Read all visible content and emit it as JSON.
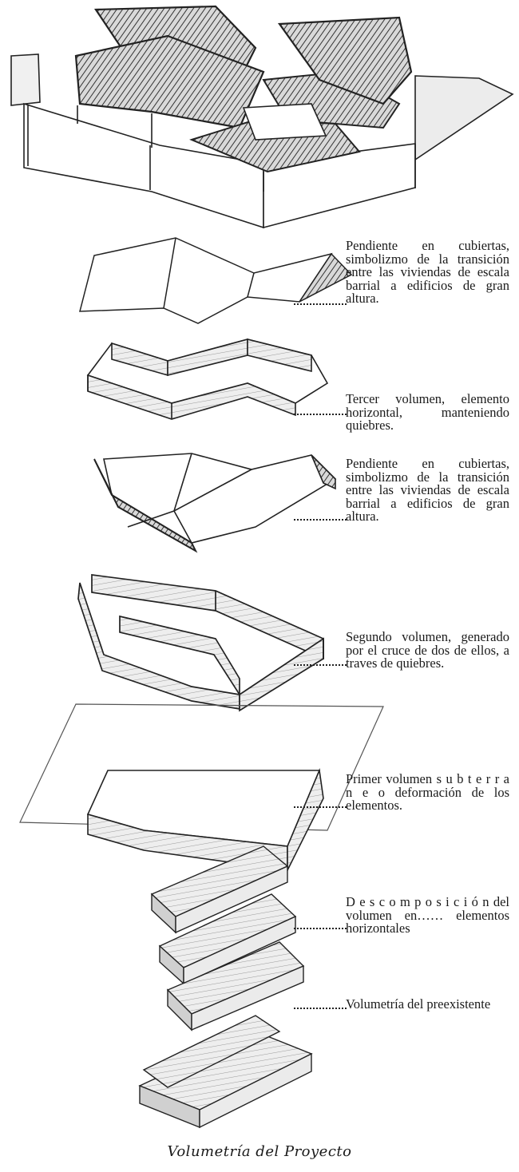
{
  "annotations": [
    {
      "id": "roof-slope-1",
      "text": "Pendiente en cubiertas, simbolizmo de la transición entre las viviendas de escala barrial a edificios de gran altura."
    },
    {
      "id": "third-volume",
      "text": "Tercer volumen, elemento horizontal, manteniendo quiebres."
    },
    {
      "id": "roof-slope-2",
      "text": "Pendiente en cubiertas, simbolizmo de la transición entre las viviendas de escala barrial a edificios de gran altura."
    },
    {
      "id": "second-volume",
      "text": "Segundo volumen, generado por el cruce de dos de ellos, a traves de quiebres."
    },
    {
      "id": "first-volume",
      "text": "Primer volumen s u b t e r r a n e o deformación de los elementos."
    },
    {
      "id": "decomposition",
      "text": "D e s c o m p o s i c i ó n del volumen en…… elementos horizontales"
    },
    {
      "id": "pre-existing",
      "text": "Volumetría del preexistente"
    }
  ],
  "caption": "Volumetría del Proyecto"
}
